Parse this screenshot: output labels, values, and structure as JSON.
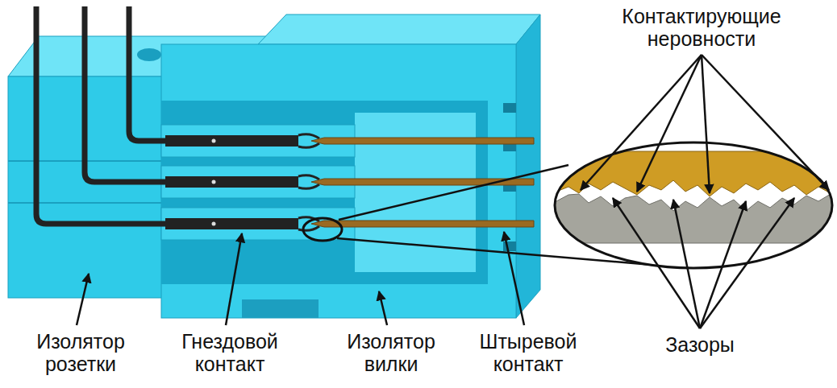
{
  "diagram": {
    "labels": [
      "Контактирующие неровности",
      "Изолятор розетки",
      "Гнездовой контакт",
      "Изолятор вилки",
      "Штыревой контакт",
      "Зазоры"
    ]
  }
}
